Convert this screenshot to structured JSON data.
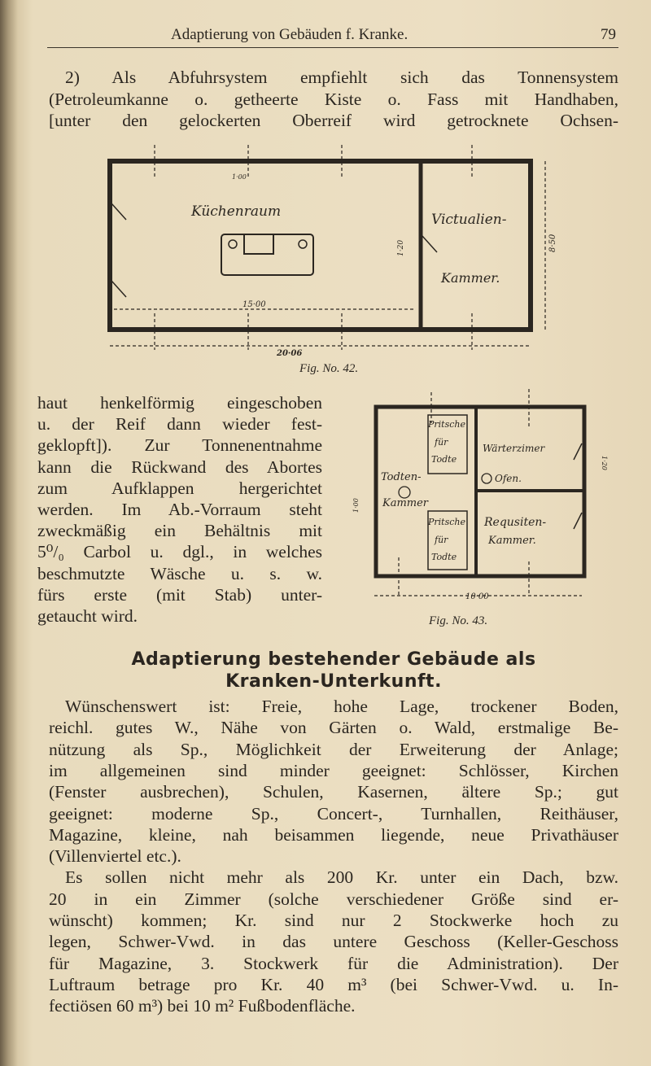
{
  "header": {
    "title": "Adaptierung von Gebäuden f. Kranke.",
    "page_number": "79"
  },
  "intro_lines": [
    "2) Als Abfuhrsystem empfiehlt sich das Tonnensystem",
    "(Petroleumkanne o. getheerte Kiste o. Fass mit Handhaben,",
    "[unter den gelockerten Oberreif wird getrocknete Ochsen-"
  ],
  "fig42": {
    "caption": "Fig. No. 42.",
    "room_kitchen": "Küchenraum",
    "room_victualien_1": "Victualien-",
    "room_victualien_2": "Kammer.",
    "dim_inner": "15·00",
    "dim_total": "20·06",
    "dim_height": "8·50",
    "dim_door": "1·20",
    "dim_window": "1·00"
  },
  "column_lines": [
    "haut henkelförmig eingeschoben",
    "u. der Reif dann wieder fest-",
    "geklopft]). Zur Tonnenentnahme",
    "kann die Rückwand des Abortes",
    "zum Aufklappen hergerichtet",
    "werden. Im Ab.-Vorraum steht",
    "zweckmäßig ein Behältnis mit",
    "5⁰/₀ Carbol u. dgl., in welches",
    "beschmutzte Wäsche u. s. w.",
    "fürs erste (mit Stab) unter-",
    "getaucht wird."
  ],
  "fig43": {
    "caption": "Fig. No. 43.",
    "pritsche": [
      "Pritsche",
      "für",
      "Todte"
    ],
    "todten_1": "Todten-",
    "todten_2": "Kammer",
    "waerter": "Wärterzimer",
    "ofen": "Ofen.",
    "requisiten_1": "Requsiten-",
    "requisiten_2": "Kammer.",
    "dim_width": "10·00",
    "dim_door": "1·20",
    "dim_door_left": "1·00"
  },
  "heading": [
    "Adaptierung bestehender Gebäude als",
    "Kranken-Unterkunft."
  ],
  "body_lines": [
    "Wünschenswert ist: Freie, hohe Lage, trockener Boden,",
    "reichl. gutes W., Nähe von Gärten o. Wald, erstmalige Be-",
    "nützung als Sp., Möglichkeit der Erweiterung der Anlage;",
    "im allgemeinen sind minder geeignet: Schlösser, Kirchen",
    "(Fenster ausbrechen), Schulen, Kasernen, ältere Sp.; gut",
    "geeignet: moderne Sp., Concert-, Turnhallen, Reithäuser,",
    "Magazine, kleine, nah beisammen liegende, neue Privathäuser",
    "(Villenviertel etc.).",
    "Es sollen nicht mehr als 200 Kr. unter ein Dach, bzw.",
    "20 in ein Zimmer (solche verschiedener Größe sind er-",
    "wünscht) kommen; Kr. sind nur 2 Stockwerke hoch zu",
    "legen, Schwer-Vwd. in das untere Geschoss (Keller-Geschoss",
    "für Magazine, 3. Stockwerk für die Administration). Der",
    "Luftraum betrage pro Kr. 40 m³ (bei Schwer-Vwd. u. In-",
    "fectiösen 60 m³) bei 10 m² Fußbodenfläche."
  ]
}
